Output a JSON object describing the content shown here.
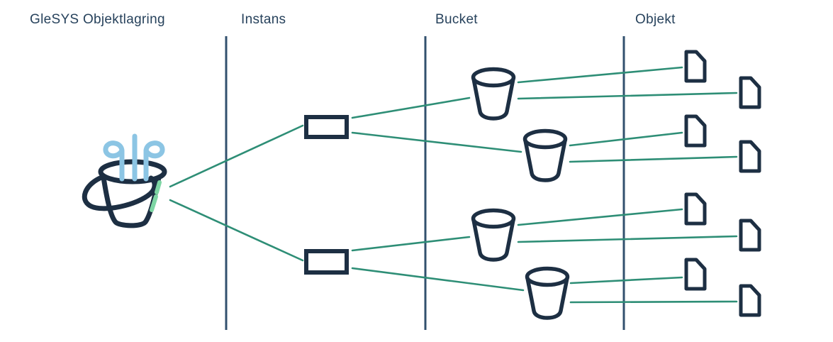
{
  "diagram": {
    "title": "GleSYS Objektlagring",
    "columns": [
      {
        "label": "GleSYS Objektlagring"
      },
      {
        "label": "Instans"
      },
      {
        "label": "Bucket"
      },
      {
        "label": "Objekt"
      }
    ],
    "hierarchy": {
      "root": "GleSYS Objektlagring",
      "instances": 2,
      "buckets_per_instance": 2,
      "objects_per_bucket": 2,
      "total_buckets": 4,
      "total_objects": 8
    },
    "icons": {
      "root": "glesys-steam-bucket-logo-icon",
      "instance": "server-rectangle-icon",
      "bucket": "bucket-icon",
      "object": "document-icon"
    }
  },
  "colors": {
    "navy": "#1d2f43",
    "text-navy": "#27425c",
    "divider": "#32506e",
    "line-teal": "#2e8e76",
    "dash-green": "#7ed6a4",
    "steam-blue": "#8cc5e4",
    "bg": "#ffffff"
  }
}
